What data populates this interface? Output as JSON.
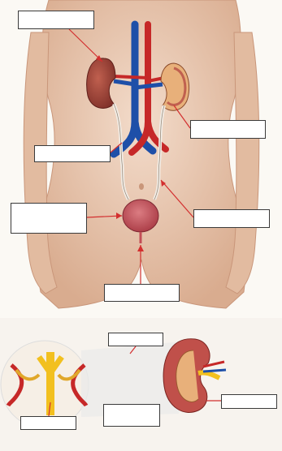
{
  "diagram": {
    "colors": {
      "background": "#fbf9f4",
      "skin": "#e9c9b0",
      "artery": "#c62828",
      "vein": "#1e4fa8",
      "kidney": "#a1473d",
      "bladder": "#c24e57",
      "pointer": "#d32f2f",
      "box_border": "#3a3a3a"
    },
    "labels": [
      {
        "id": "box-1",
        "text": ""
      },
      {
        "id": "box-2",
        "text": ""
      },
      {
        "id": "box-3",
        "text": ""
      },
      {
        "id": "box-4",
        "text": ""
      },
      {
        "id": "box-5",
        "text": ""
      },
      {
        "id": "box-6",
        "text": ""
      },
      {
        "id": "box-7",
        "text": ""
      },
      {
        "id": "box-8",
        "text": ""
      },
      {
        "id": "box-9",
        "text": ""
      },
      {
        "id": "box-10",
        "text": ""
      }
    ]
  }
}
